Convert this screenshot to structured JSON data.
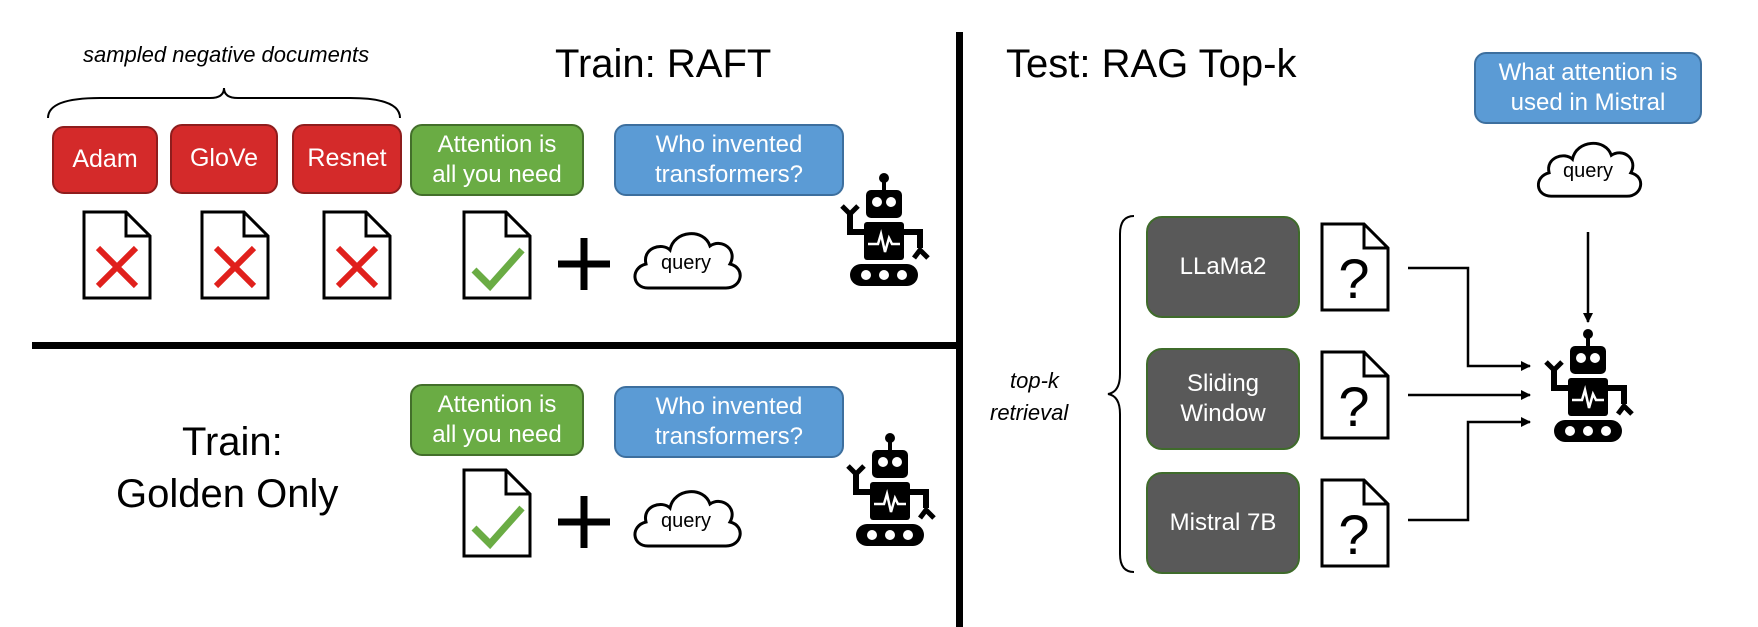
{
  "train_raft": {
    "title": "Train: RAFT",
    "negatives_label": "sampled negative documents",
    "negative_docs": [
      "Adam",
      "GloVe",
      "Resnet"
    ],
    "golden_doc": "Attention is all you need",
    "question": "Who invented transformers?",
    "query_label": "query"
  },
  "train_golden": {
    "title_line1": "Train:",
    "title_line2": "Golden Only",
    "golden_doc": "Attention is all you need",
    "question": "Who invented transformers?",
    "query_label": "query"
  },
  "test_rag": {
    "title": "Test: RAG Top-k",
    "question": "What attention is used in Mistral",
    "query_label": "query",
    "retrieval_label_line1": "top-k",
    "retrieval_label_line2": "retrieval",
    "retrieved_docs": [
      "LLaMa2",
      "Sliding Window",
      "Mistral 7B"
    ]
  },
  "colors": {
    "negative": "#d42a2a",
    "golden": "#6aac44",
    "question": "#5b9bd5",
    "retrieved": "#595959",
    "check": "#6aac44",
    "cross": "#e0201c"
  }
}
